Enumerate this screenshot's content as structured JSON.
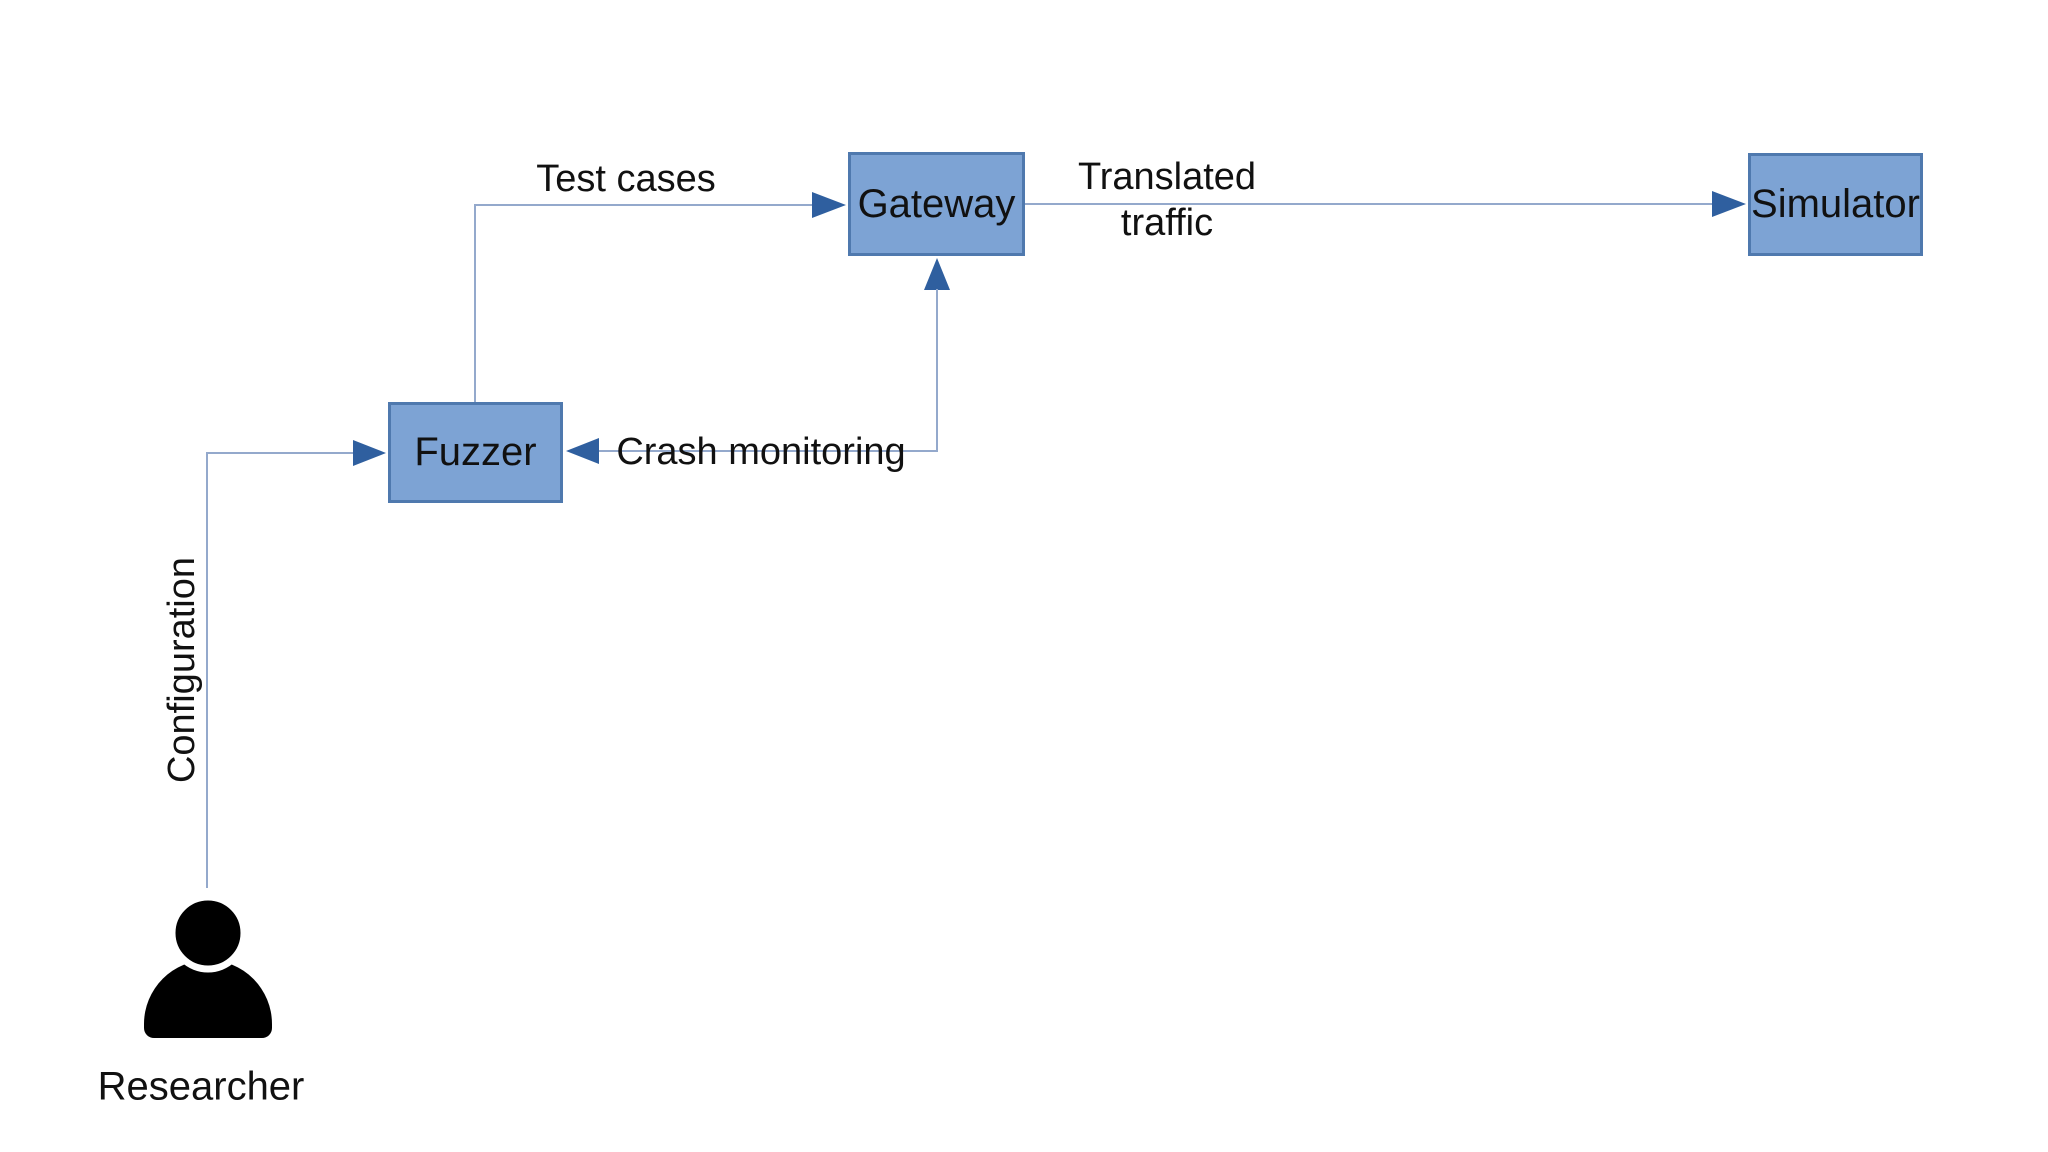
{
  "diagram": {
    "type": "flow-diagram",
    "nodes": [
      {
        "id": "fuzzer",
        "label": "Fuzzer",
        "shape": "rectangle"
      },
      {
        "id": "gateway",
        "label": "Gateway",
        "shape": "rectangle"
      },
      {
        "id": "simulator",
        "label": "Simulator",
        "shape": "rectangle"
      },
      {
        "id": "researcher",
        "label": "Researcher",
        "shape": "person-icon"
      }
    ],
    "edges": [
      {
        "id": "test-cases",
        "label": "Test cases",
        "from": "Fuzzer",
        "to": "Gateway",
        "arrows": "to"
      },
      {
        "id": "translated-traffic",
        "label": "Translated traffic",
        "from": "Gateway",
        "to": "Simulator",
        "arrows": "to"
      },
      {
        "id": "crash-monitoring",
        "label": "Crash monitoring",
        "from": "Gateway",
        "to": "Fuzzer",
        "arrows": "both"
      },
      {
        "id": "configuration",
        "label": "Configuration",
        "from": "Researcher",
        "to": "Fuzzer",
        "arrows": "to"
      }
    ],
    "colors": {
      "node_fill": "#7DA3D4",
      "node_border": "#4F79AE",
      "connector": "#94A9CC",
      "arrowhead": "#2F5F9F",
      "text": "#111111",
      "icon_fill": "#000000",
      "background": "#FFFFFF"
    }
  }
}
